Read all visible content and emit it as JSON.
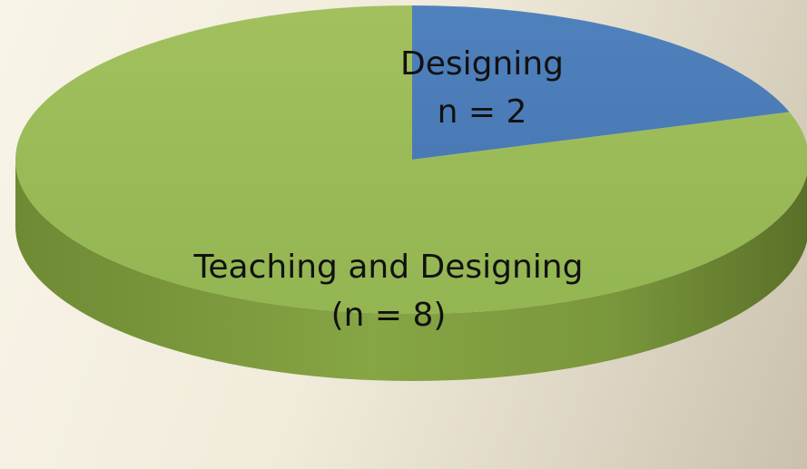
{
  "chart_data": {
    "type": "pie",
    "title": "",
    "slices": [
      {
        "name": "Designing",
        "value": 2,
        "color": "#4f81bd",
        "label": [
          "Designing",
          "n = 2"
        ]
      },
      {
        "name": "Teaching and Designing",
        "value": 8,
        "color": "#9bbb59",
        "label": [
          "Teaching and Designing",
          "(n = 8)"
        ]
      }
    ],
    "style": "3d-tilted",
    "legend": "none"
  }
}
